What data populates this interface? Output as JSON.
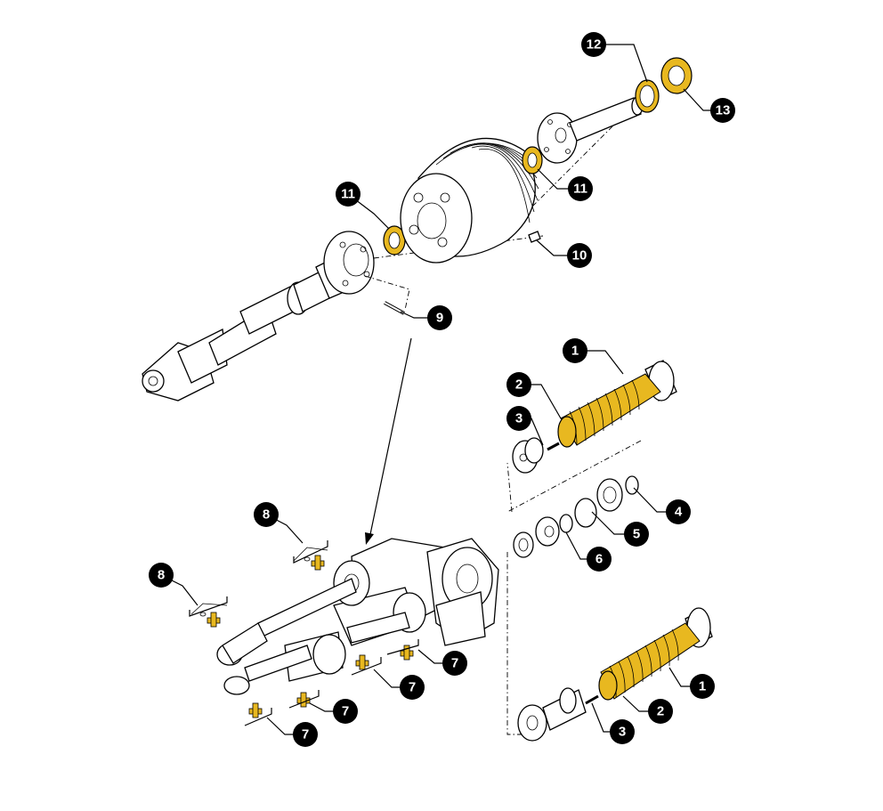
{
  "colors": {
    "highlight": "#E8B820",
    "highlight_dark": "#9C7A10",
    "callout_fill": "#000000",
    "callout_text": "#FFFFFF",
    "line": "#000000"
  },
  "callouts": [
    {
      "id": "c12",
      "label": "12"
    },
    {
      "id": "c13",
      "label": "13"
    },
    {
      "id": "c11a",
      "label": "11"
    },
    {
      "id": "c11b",
      "label": "11"
    },
    {
      "id": "c10",
      "label": "10"
    },
    {
      "id": "c9",
      "label": "9"
    },
    {
      "id": "c1a",
      "label": "1"
    },
    {
      "id": "c2a",
      "label": "2"
    },
    {
      "id": "c3a",
      "label": "3"
    },
    {
      "id": "c4",
      "label": "4"
    },
    {
      "id": "c5",
      "label": "5"
    },
    {
      "id": "c6",
      "label": "6"
    },
    {
      "id": "c8a",
      "label": "8"
    },
    {
      "id": "c8b",
      "label": "8"
    },
    {
      "id": "c7a",
      "label": "7"
    },
    {
      "id": "c7b",
      "label": "7"
    },
    {
      "id": "c7c",
      "label": "7"
    },
    {
      "id": "c7d",
      "label": "7"
    },
    {
      "id": "c1b",
      "label": "1"
    },
    {
      "id": "c2b",
      "label": "2"
    },
    {
      "id": "c3b",
      "label": "3"
    }
  ]
}
